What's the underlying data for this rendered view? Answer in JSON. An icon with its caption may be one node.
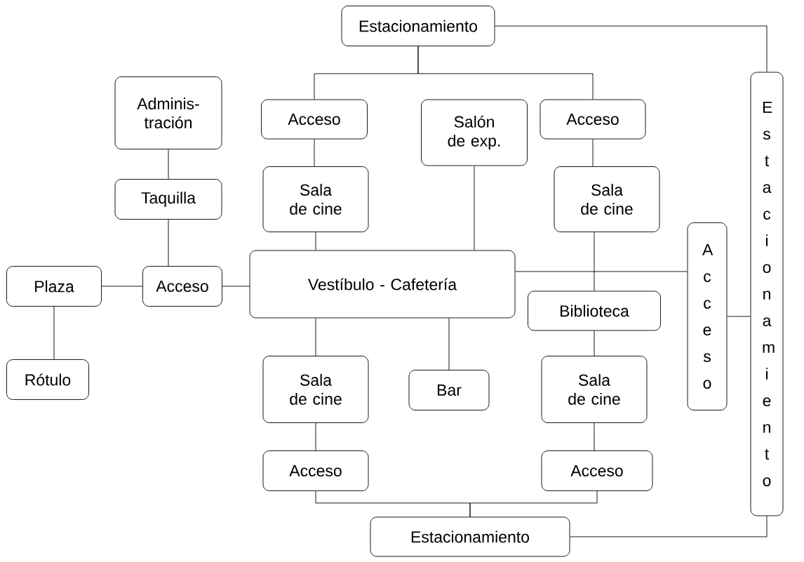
{
  "diagram": {
    "nodes": [
      {
        "text": [
          "Estacionamiento"
        ]
      },
      {
        "text": [
          "Acceso"
        ]
      },
      {
        "text": [
          "Salón de exp."
        ]
      },
      {
        "text": [
          "Acceso"
        ]
      },
      {
        "text": [
          "Estacionamiento"
        ]
      },
      {
        "text": [
          "Adminis-tración"
        ]
      },
      {
        "text": [
          "Sala de cine"
        ]
      },
      {
        "text": [
          "Sala de cine"
        ]
      },
      {
        "text": [
          "Taquilla"
        ]
      },
      {
        "text": [
          "Acceso"
        ]
      },
      {
        "text": [
          "Plaza"
        ]
      },
      {
        "text": [
          "Acceso"
        ]
      },
      {
        "text": [
          "Vestíbulo - Cafetería"
        ]
      },
      {
        "text": [
          "Biblioteca"
        ]
      },
      {
        "text": [
          "Rótulo"
        ]
      },
      {
        "text": [
          "Sala de cine"
        ]
      },
      {
        "text": [
          "Bar"
        ]
      },
      {
        "text": [
          "Sala de cine"
        ]
      },
      {
        "text": [
          "Acceso"
        ]
      },
      {
        "text": [
          "Acceso"
        ]
      },
      {
        "text": [
          "Estacionamiento"
        ]
      }
    ],
    "edges": [
      {
        "from": 0,
        "to": 1,
        "arrow": "none"
      },
      {
        "from": 0,
        "to": 3,
        "arrow": "none"
      },
      {
        "from": 0,
        "to": 4,
        "arrow": "none"
      },
      {
        "from": 1,
        "to": 6,
        "arrow": "none"
      },
      {
        "from": 6,
        "to": 12,
        "arrow": "none"
      },
      {
        "from": 2,
        "to": 12,
        "arrow": "none"
      },
      {
        "from": 3,
        "to": 7,
        "arrow": "none"
      },
      {
        "from": 7,
        "to": 13,
        "arrow": "none"
      },
      {
        "from": 12,
        "to": 9,
        "arrow": "none"
      },
      {
        "from": 9,
        "to": 4,
        "arrow": "none"
      },
      {
        "from": 5,
        "to": 8,
        "arrow": "none"
      },
      {
        "from": 8,
        "to": 11,
        "arrow": "none"
      },
      {
        "from": 10,
        "to": 11,
        "arrow": "none"
      },
      {
        "from": 11,
        "to": 12,
        "arrow": "none"
      },
      {
        "from": 10,
        "to": 14,
        "arrow": "none"
      },
      {
        "from": 12,
        "to": 15,
        "arrow": "none"
      },
      {
        "from": 12,
        "to": 16,
        "arrow": "none"
      },
      {
        "from": 13,
        "to": 17,
        "arrow": "none"
      },
      {
        "from": 15,
        "to": 18,
        "arrow": "none"
      },
      {
        "from": 17,
        "to": 19,
        "arrow": "none"
      },
      {
        "from": 18,
        "to": 20,
        "arrow": "none"
      },
      {
        "from": 19,
        "to": 20,
        "arrow": "none"
      },
      {
        "from": 20,
        "to": 4,
        "arrow": "none"
      }
    ]
  }
}
